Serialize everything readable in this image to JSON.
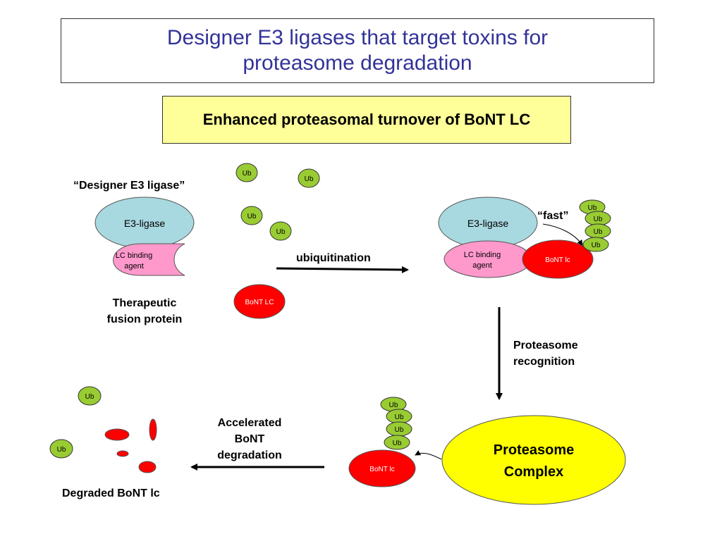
{
  "title": {
    "line1": "Designer E3 ligases that target toxins for",
    "line2": "proteasome degradation"
  },
  "banner": "Enhanced proteasomal turnover of BoNT LC",
  "left_panel": {
    "designer_label": "“Designer E3 ligase”",
    "e3_label": "E3-ligase",
    "lc_binding_line1": "LC binding",
    "lc_binding_line2": "agent",
    "caption_line1": "Therapeutic",
    "caption_line2": "fusion protein"
  },
  "free_pool": {
    "ub_label": "Ub",
    "bont_label": "BoNT LC"
  },
  "ubiquitination_label": "ubiquitination",
  "right_panel": {
    "e3_label": "E3-ligase",
    "lc_binding_line1": "LC binding",
    "lc_binding_line2": "agent",
    "bont_label": "BoNT lc",
    "fast_label": "“fast”",
    "ub_label": "Ub"
  },
  "recognition": {
    "line1": "Proteasome",
    "line2": "recognition"
  },
  "proteasome": {
    "line1": "Proteasome",
    "line2": "Complex",
    "bont_label": "BoNT lc",
    "ub_label": "Ub"
  },
  "degradation": {
    "line1": "Accelerated",
    "line2": "BoNT",
    "line3": "degradation"
  },
  "degraded": {
    "ub_label": "Ub",
    "caption": "Degraded BoNT lc"
  },
  "colors": {
    "title_text": "#333399",
    "banner_fill": "#ffff99",
    "e3_fill": "#a8d8e0",
    "lc_fill": "#ff99cc",
    "bont_fill": "#ff0000",
    "ub_fill": "#99cc33",
    "proteasome_fill": "#ffff00"
  }
}
